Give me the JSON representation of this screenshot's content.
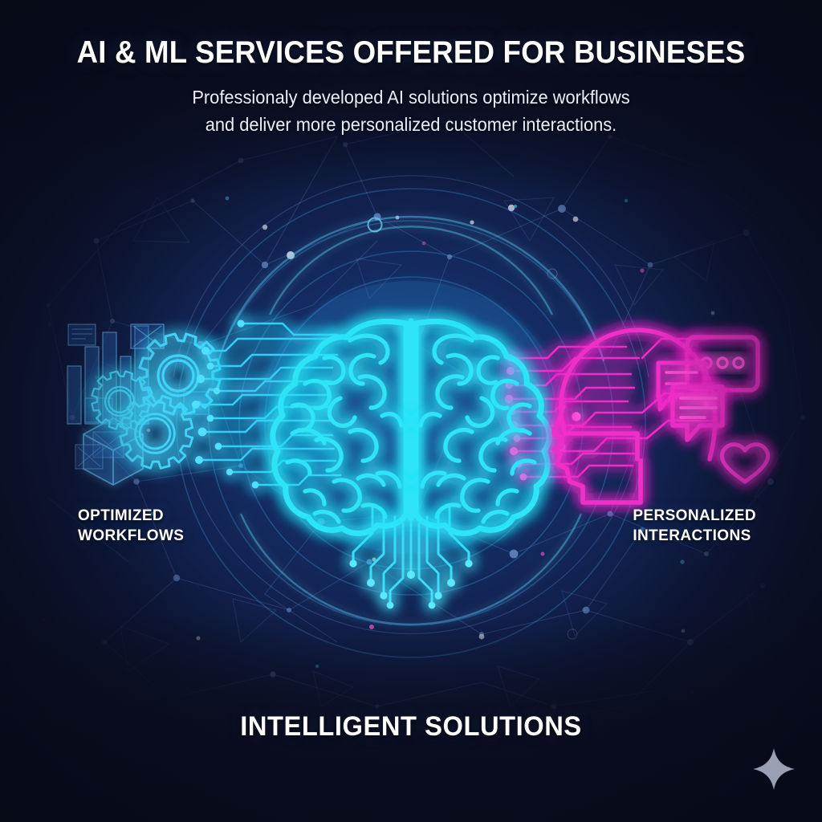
{
  "poster": {
    "headline": "AI & ML SERVICES OFFERED FOR BUSINESES",
    "subtitle_line1": "Professionaly developed AI solutions optimize workflows",
    "subtitle_line2": "and deliver more personalized customer interactions.",
    "label_left_line1": "OPTIMIZED",
    "label_left_line2": "WORKFLOWS",
    "label_right_line1": "PERSONALIZED",
    "label_right_line2": "INTERACTIONS",
    "bottom_heading": "INTELLIGENT SOLUTIONS"
  },
  "icons": {
    "brain": "brain-icon",
    "gears": "gears-icon",
    "bar_chart": "bar-chart-icon",
    "cube": "cube-icon",
    "head_profile": "head-profile-icon",
    "chat_bubble_large": "chat-bubble-icon",
    "chat_bubble_small": "chat-bubble-small-icon",
    "heart": "heart-icon",
    "sparkle": "sparkle-icon",
    "circuit_left": "circuit-traces-left-icon",
    "circuit_right": "circuit-traces-right-icon",
    "network_mesh": "network-mesh-icon",
    "halo_rings": "halo-rings-icon"
  },
  "colors": {
    "background_deep": "#0b1026",
    "background_center": "#1d3f7e",
    "cyan_neon": "#2ee6f6",
    "cyan_mid": "#29a9f0",
    "blue_soft": "#3f7fd8",
    "magenta_neon": "#f02ec8",
    "pink_hot": "#ff4fd8",
    "text_white": "#ffffff",
    "text_subtitle": "#e9eefb",
    "sparkle_grey": "#9aa0b4"
  }
}
